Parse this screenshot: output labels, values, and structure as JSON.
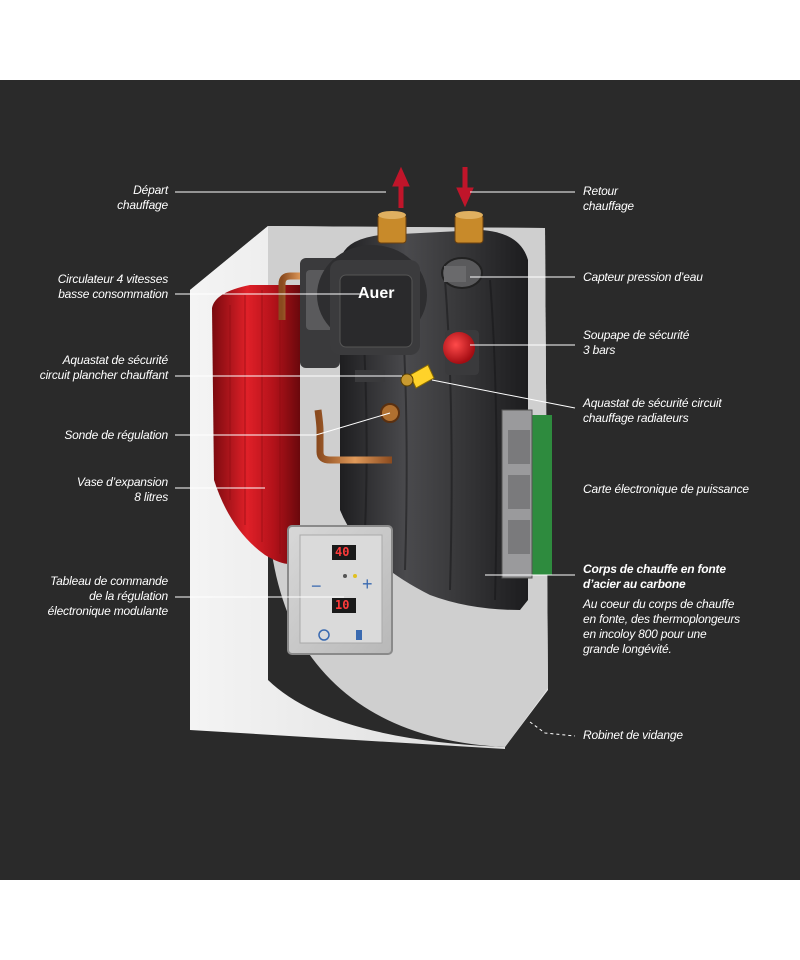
{
  "labels": {
    "depart": [
      "Départ",
      "chauffage"
    ],
    "retour": [
      "Retour",
      "chauffage"
    ],
    "circulateur": [
      "Circulateur 4 vitesses",
      "basse consommation"
    ],
    "capteur": [
      "Capteur pression d’eau"
    ],
    "soupape": [
      "Soupape de sécurité",
      "3 bars"
    ],
    "aquastat_plancher": [
      "Aquastat de sécurité",
      "circuit plancher chauffant"
    ],
    "aquastat_radiateurs": [
      "Aquastat de sécurité circuit",
      "chauffage radiateurs"
    ],
    "sonde": [
      "Sonde de régulation"
    ],
    "vase": [
      "Vase d’expansion",
      "8 litres"
    ],
    "carte": [
      "Carte électronique de puissance"
    ],
    "corps_title": [
      "Corps de chauffe en fonte",
      "d’acier au carbone"
    ],
    "corps_desc": [
      "Au coeur du corps de chauffe",
      "en fonte, des thermoplongeurs",
      "en incoloy 800 pour une",
      "grande longévité."
    ],
    "tableau": [
      "Tableau de commande",
      "de la régulation",
      "électronique modulante"
    ],
    "robinet": [
      "Robinet de vidange"
    ]
  },
  "pump_brand": "Auer",
  "display": {
    "top": "40",
    "bottom": "10",
    "minus": "−",
    "plus": "+"
  },
  "colors": {
    "background": "#2a2a2a",
    "arrow": "#c0152a",
    "expansion_vessel": "#c8141c",
    "body": "#2f2f31"
  }
}
